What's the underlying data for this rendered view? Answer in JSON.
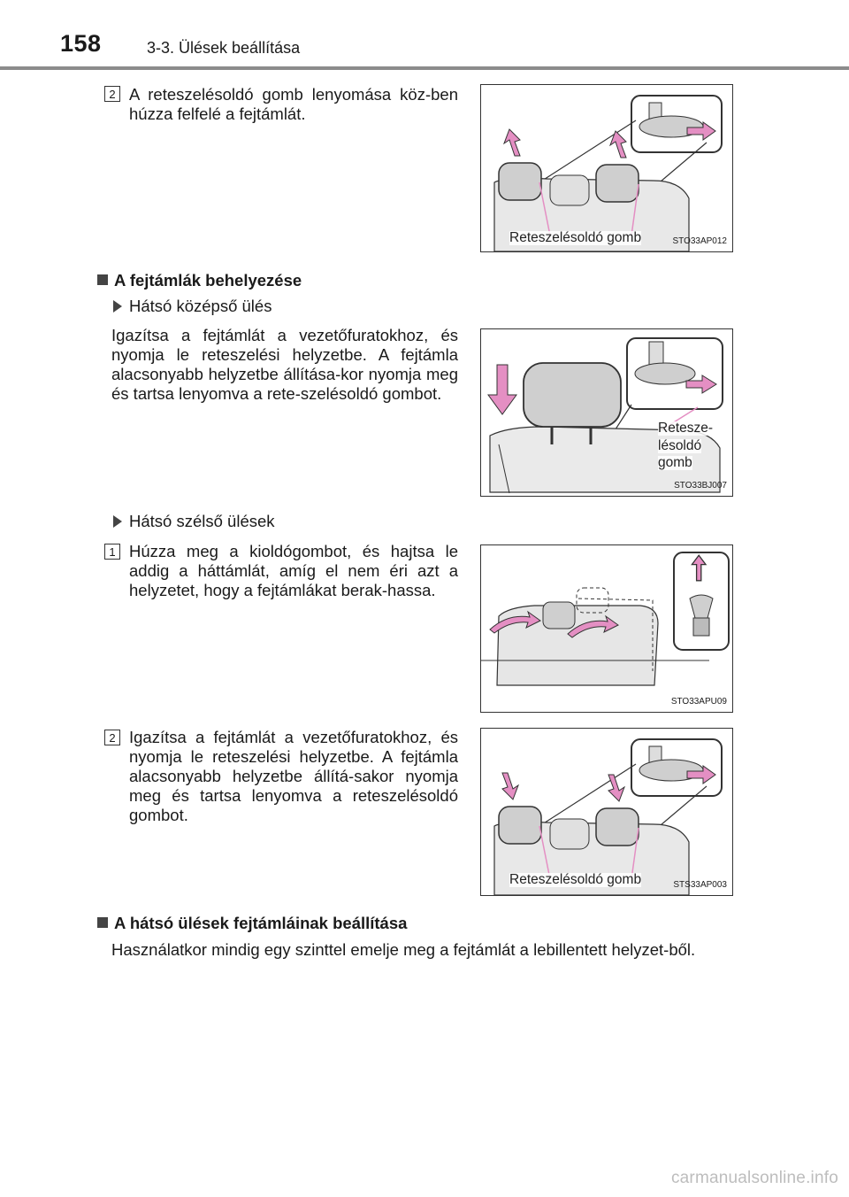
{
  "header": {
    "page_number": "158",
    "section_title": "3-3. Ülések beállítása"
  },
  "block1": {
    "step": "2",
    "text": "A reteszelésoldó gomb lenyomása köz-ben húzza felfelé a fejtámlát.",
    "figure": {
      "label": "Reteszelésoldó gomb",
      "code": "STO33AP012"
    }
  },
  "section_insert": {
    "heading": "A fejtámlák behelyezése",
    "center": {
      "bullet": "Hátsó középső ülés",
      "text": "Igazítsa a fejtámlát a vezetőfuratokhoz, és nyomja le reteszelési helyzetbe. A fejtámla alacsonyabb helyzetbe állítása-kor nyomja meg és tartsa lenyomva a rete-szelésoldó gombot.",
      "figure": {
        "label_line1": "Retesze-",
        "label_line2": "lésoldó",
        "label_line3": "gomb",
        "code": "STO33BJ007"
      }
    },
    "outer": {
      "bullet": "Hátsó szélső ülések",
      "step1": {
        "step": "1",
        "text": "Húzza meg a kioldógombot, és hajtsa le addig a háttámlát, amíg el nem éri azt a helyzetet, hogy a fejtámlákat berak-hassa.",
        "figure": {
          "code": "STO33APU09"
        }
      },
      "step2": {
        "step": "2",
        "text": "Igazítsa a fejtámlát a vezetőfuratokhoz, és nyomja le reteszelési helyzetbe. A fejtámla alacsonyabb helyzetbe állítá-sakor nyomja meg és tartsa lenyomva a reteszelésoldó gombot.",
        "figure": {
          "label": "Reteszelésoldó gomb",
          "code": "STS33AP003"
        }
      }
    }
  },
  "section_adjust": {
    "heading": "A hátsó ülések fejtámláinak beállítása",
    "text": "Használatkor mindig egy szinttel emelje meg a fejtámlát a lebillentett helyzet-ből."
  },
  "watermark": "carmanualsonline.info",
  "colors": {
    "arrow_pink": "#e48fc3",
    "figure_gray": "#d0d0d0",
    "rule_gray": "#8c8c8c"
  }
}
